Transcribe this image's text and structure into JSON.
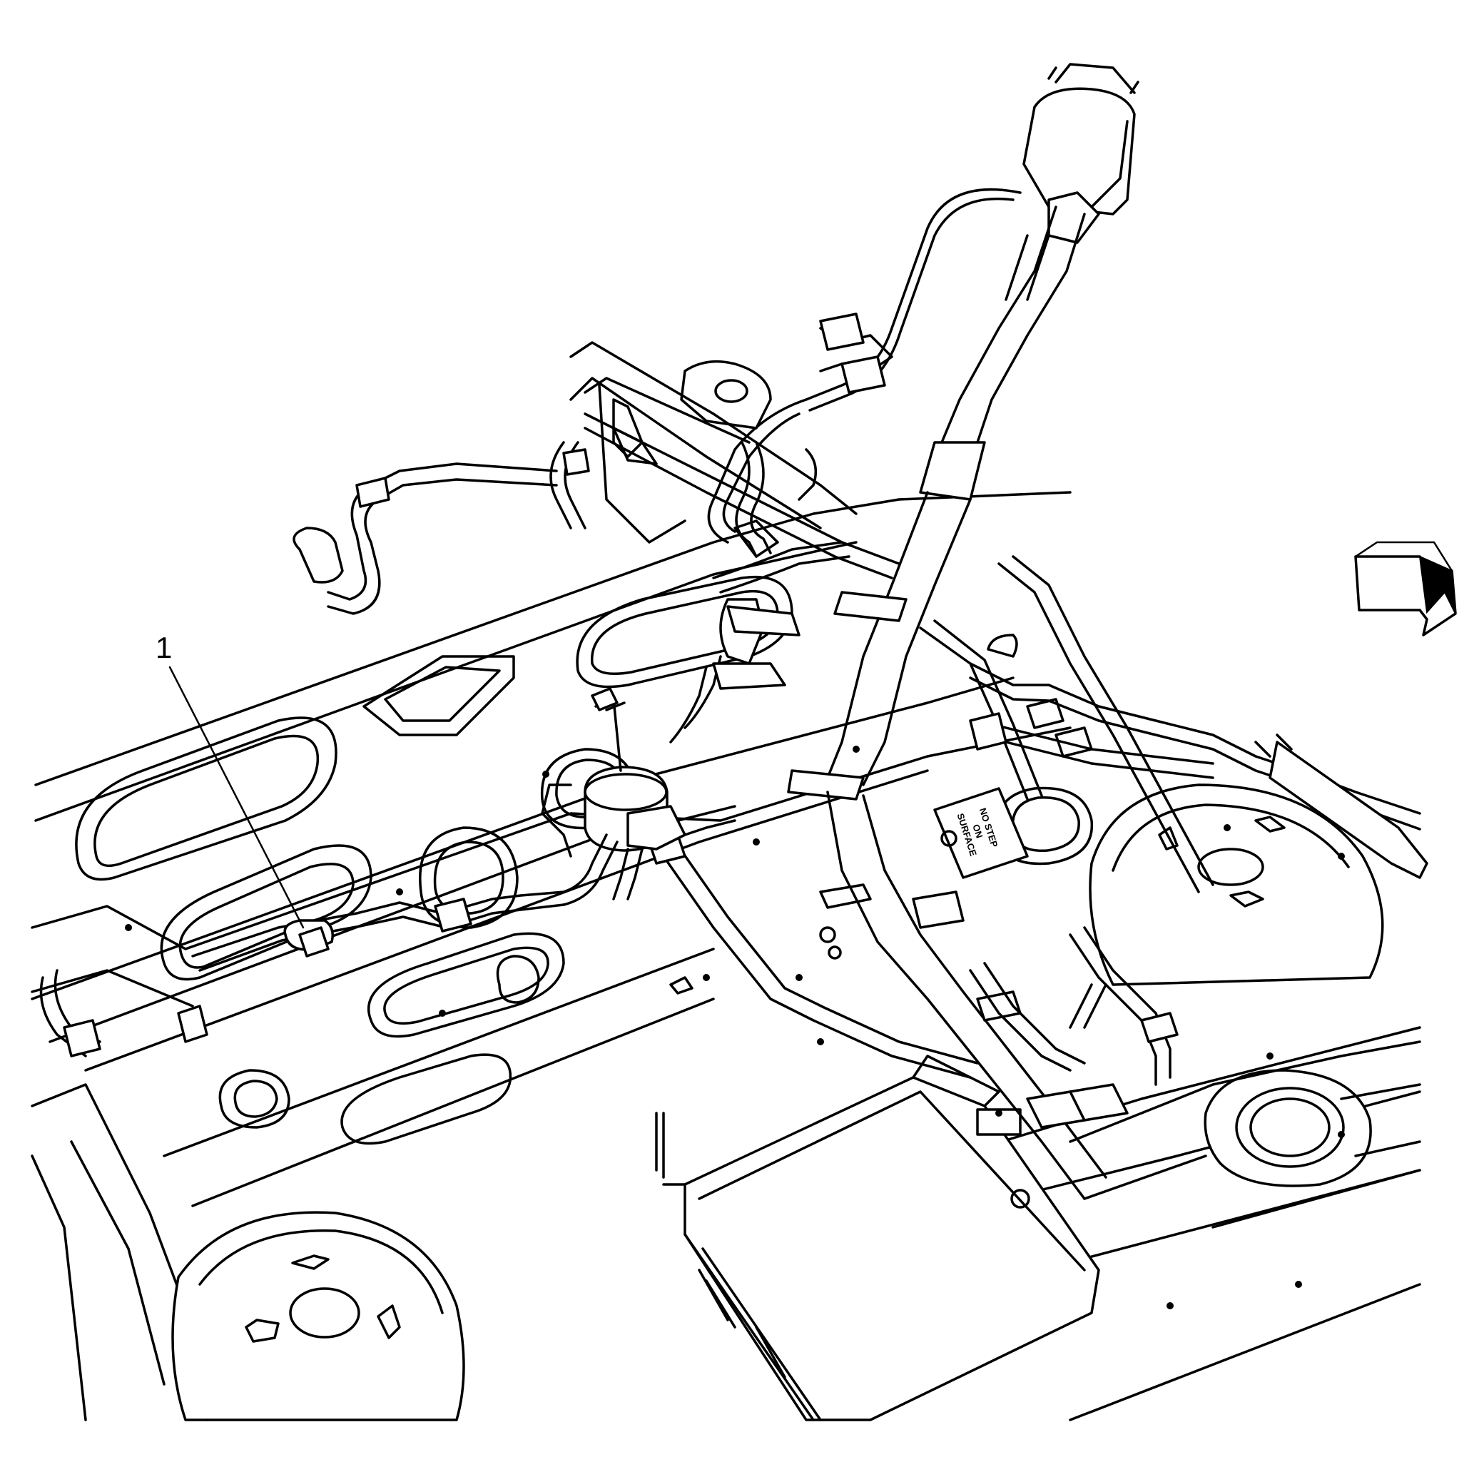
{
  "diagram": {
    "callouts": [
      {
        "number": "1"
      }
    ],
    "panel_label": {
      "lines": [
        "NO STEP",
        "ON",
        "SURFACE"
      ]
    },
    "direction_arrow": {
      "icon": "front-direction-arrow-icon"
    },
    "colors": {
      "line": "#000000",
      "background": "#ffffff"
    }
  }
}
